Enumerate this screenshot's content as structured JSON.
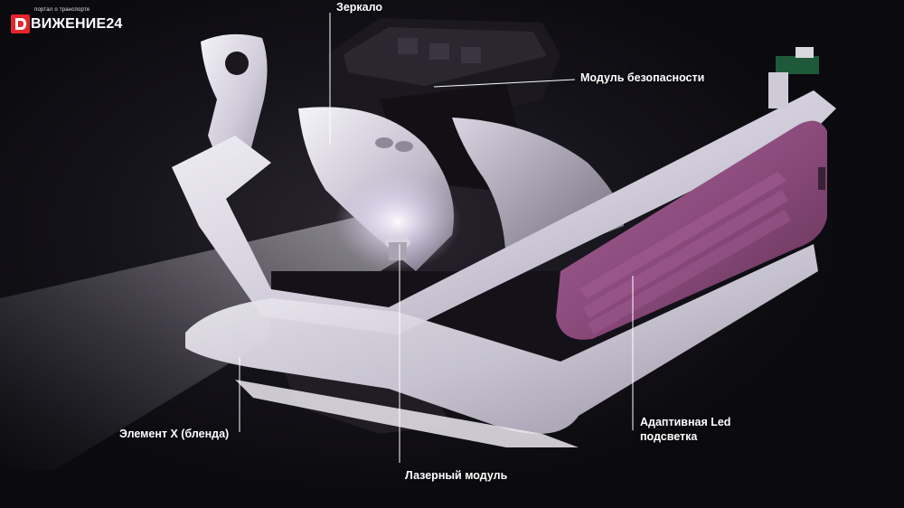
{
  "logo": {
    "tagline": "портал о транспорте",
    "wordmark": "ВИЖЕНИЕ24",
    "mark_icon": "red-square-d-icon",
    "accent_color": "#e3262b"
  },
  "callouts": {
    "mirror": "Зеркало",
    "safety_module": "Модуль безопасности",
    "element_x": "Элемент X (бленда)",
    "laser_module": "Лазерный модуль",
    "adaptive_led_line1": "Адаптивная Led",
    "adaptive_led_line2": "подсветка"
  },
  "colors": {
    "background": "#0c0b10",
    "frame": "#e8e6ee",
    "led_panel": "#8a4a7c",
    "laser_glow": "#f3e8ff",
    "leader_line": "#ffffff"
  }
}
